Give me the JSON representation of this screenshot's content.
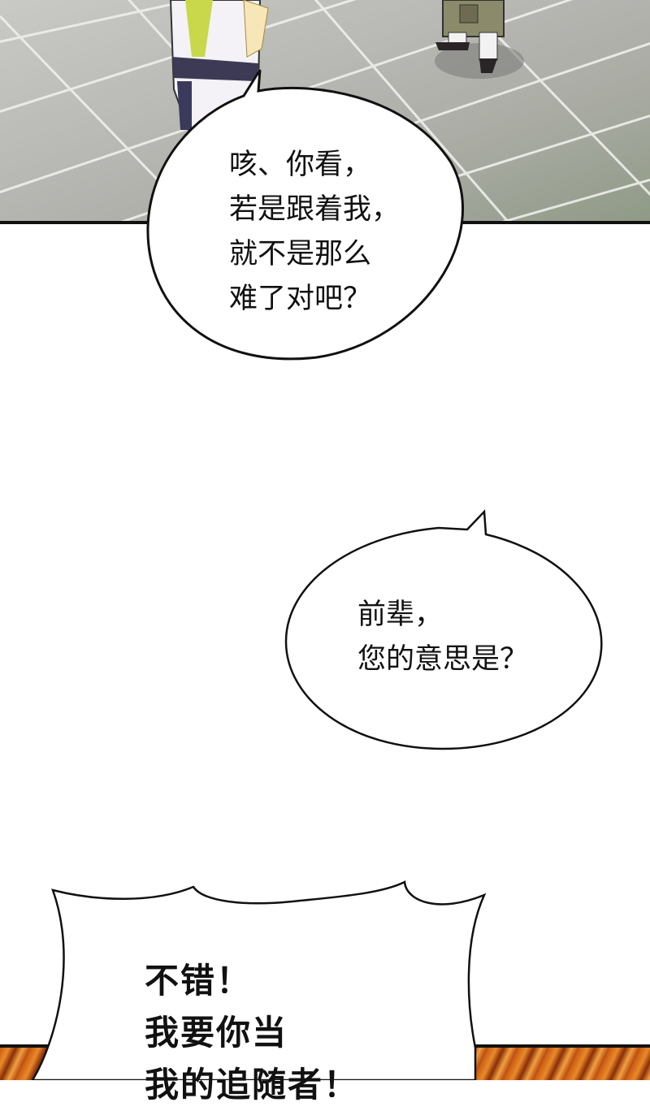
{
  "panels": {
    "top": {
      "bubble": {
        "text": "咳、你看，\n若是跟着我，\n就不是那么\n难了对吧？"
      }
    },
    "middle": {
      "bubble": {
        "text": "前辈，\n您的意思是？"
      }
    },
    "bottom": {
      "bubble": {
        "text": "不错！\n我要你当\n我的追随者！"
      }
    }
  },
  "colors": {
    "floor": "#b8b8b4",
    "floor_grid": "#efefec",
    "ink": "#111111",
    "flame": "#e88a2a"
  }
}
